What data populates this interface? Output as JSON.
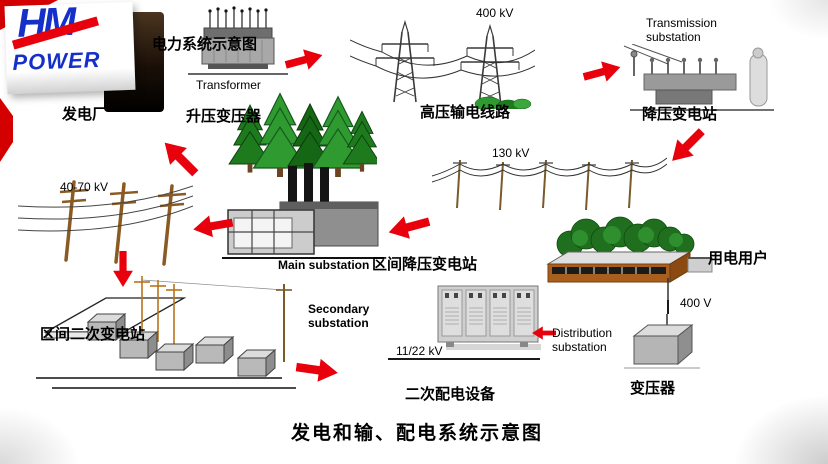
{
  "logo": {
    "hm": "HM",
    "power": "POWER"
  },
  "labels": {
    "system_schematic": "电力系统示意图",
    "power_plant": "发电厂",
    "transformer_en": "Transformer",
    "step_up_transformer": "升压变压器",
    "kv_400": "400 kV",
    "hv_transmission_lines": "高压输电线路",
    "transmission_substation_en": "Transmission substation",
    "step_down_substation": "降压变电站",
    "kv_130": "130 kV",
    "main_substation_en": "Main substation",
    "district_step_down_substation": "区间降压变电站",
    "kv_40_70": "40-70 kV",
    "district_secondary_substation": "区间二次变电站",
    "secondary_substation_en": "Secondary substation",
    "kv_11_22": "11/22 kV",
    "secondary_distribution_equipment": "二次配电设备",
    "distribution_substation_en": "Distribution substation",
    "transformer_cn": "变压器",
    "v_400": "400 V",
    "power_users": "用电用户",
    "main_title": "发电和输、配电系统示意图"
  },
  "icons": {
    "flow-arrow": "red-block-arrow",
    "logo-red-slash": "red-diagonal-bar"
  },
  "colors": {
    "arrow_red": "#e8000d",
    "logo_blue": "#1430c8",
    "tree_green": "#1d7a1d",
    "pole_brown": "#8a5a20",
    "accent_red": "#d40000"
  }
}
